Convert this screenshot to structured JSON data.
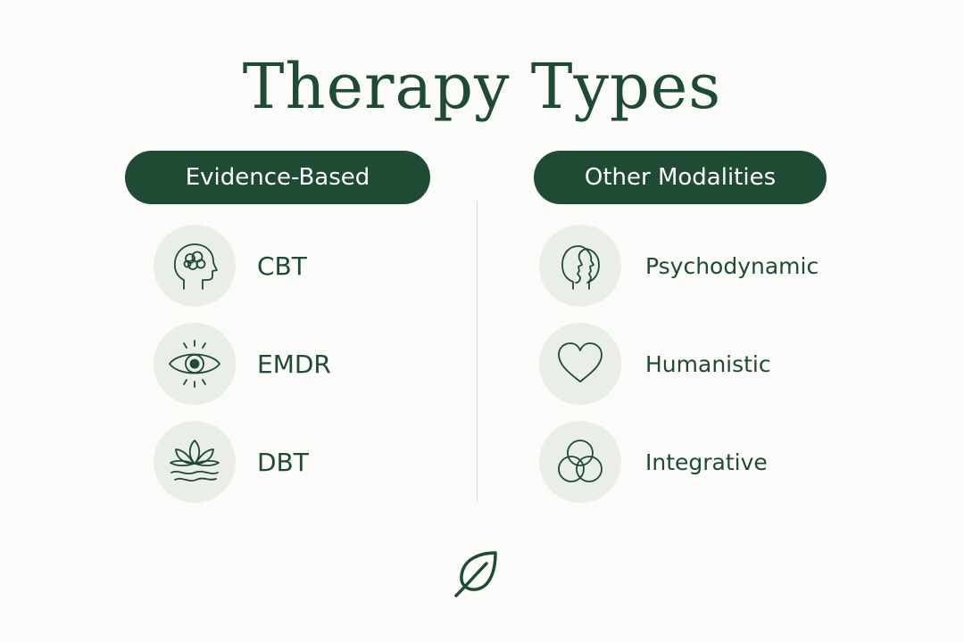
{
  "title": "Therapy Types",
  "colors": {
    "primary": "#1f4a33",
    "icon_bg": "#e9efe7",
    "background": "#fbfbf9"
  },
  "left_column": {
    "header": "Evidence-Based",
    "items": [
      {
        "label": "CBT",
        "icon": "head-brain-icon"
      },
      {
        "label": "EMDR",
        "icon": "eye-icon"
      },
      {
        "label": "DBT",
        "icon": "lotus-icon"
      }
    ]
  },
  "right_column": {
    "header": "Other Modalities",
    "items": [
      {
        "label": "Psychodynamic",
        "icon": "two-faces-icon"
      },
      {
        "label": "Humanistic",
        "icon": "heart-icon"
      },
      {
        "label": "Integrative",
        "icon": "venn-circles-icon"
      }
    ]
  },
  "footer_icon": "leaf-icon"
}
